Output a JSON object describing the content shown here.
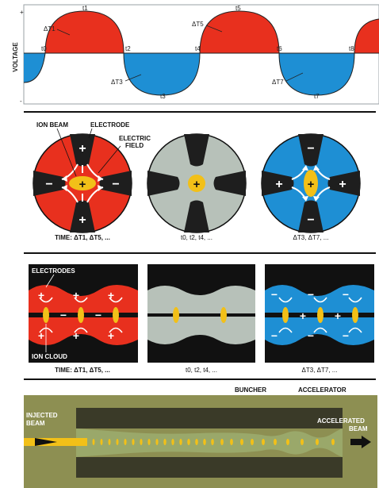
{
  "panel1": {
    "y_axis_label": "VOLTAGE",
    "plus_sign": "+",
    "minus_sign": "-",
    "time_labels": [
      "t0",
      "t1",
      "t2",
      "t3",
      "t4",
      "t5",
      "t6",
      "t7",
      "t8"
    ],
    "delta_labels": [
      "ΔT1",
      "ΔT3",
      "ΔT5",
      "ΔT7"
    ],
    "colors": {
      "positive": "#e8301e",
      "negative": "#1e8fd4"
    }
  },
  "panel2": {
    "labels": {
      "ion_beam": "ION BEAM",
      "electrode": "ELECTRODE",
      "electric_field": "ELECTRIC\nFIELD"
    },
    "captions": [
      "TIME: ΔT1, ΔT5, ...",
      "t0, t2, t4, ...",
      "ΔT3, ΔT7, ..."
    ],
    "charge_signs": {
      "plus": "+",
      "minus": "−"
    },
    "colors": {
      "positive": "#e8301e",
      "neutral": "#b7c1b9",
      "negative": "#1e8fd4",
      "ion": "#f2c018"
    }
  },
  "panel3": {
    "labels": {
      "electrodes": "ELECTRODES",
      "ion_cloud": "ION CLOUD"
    },
    "captions": [
      "TIME: ΔT1, ΔT5, ...",
      "t0, t2, t4, ...",
      "ΔT3, ΔT7, ..."
    ]
  },
  "panel4": {
    "labels": {
      "buncher": "BUNCHER",
      "accelerator": "ACCELERATOR",
      "injected_beam": "INJECTED\nBEAM",
      "accelerated_beam": "ACCELERATED\nBEAM"
    },
    "colors": {
      "frame": "#8d8f52",
      "tube": "#3a3a28",
      "channel": "#9aa86a",
      "beam": "#f2c018"
    }
  }
}
